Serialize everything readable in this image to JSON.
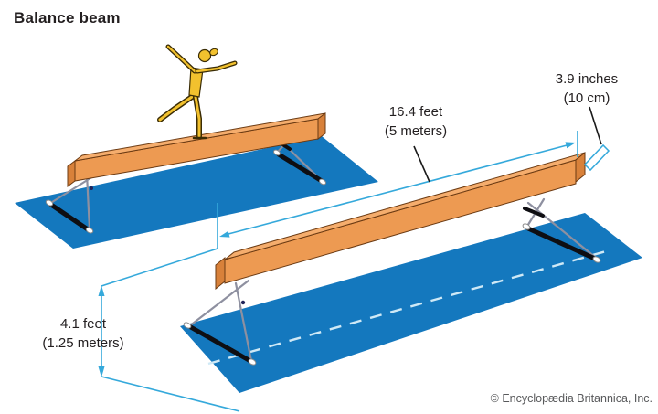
{
  "title": "Balance beam",
  "credit": "© Encyclopædia Britannica, Inc.",
  "labels": {
    "beam_length": {
      "line1": "16.4 feet",
      "line2": "(5 meters)"
    },
    "beam_width": {
      "line1": "3.9 inches",
      "line2": "(10 cm)"
    },
    "beam_height": {
      "line1": "4.1 feet",
      "line2": "(1.25 meters)"
    }
  },
  "figure": {
    "subject": "gymnastics balance beam, two views with landing mats",
    "gymnast": "female gymnast balancing on rear beam"
  },
  "colors": {
    "text": "#231f20",
    "credit": "#58595b",
    "dimension": "#35a9db",
    "mat": "#1478be",
    "mat_dash": "#cfe9f6",
    "beam_front": "#ed9a52",
    "beam_top": "#f5ad6d",
    "beam_end": "#d8813a",
    "beam_outline": "#6b3a12",
    "legs": "#8e90a0",
    "base_bar": "#0e0e12",
    "gymnast": "#f2c12e"
  }
}
